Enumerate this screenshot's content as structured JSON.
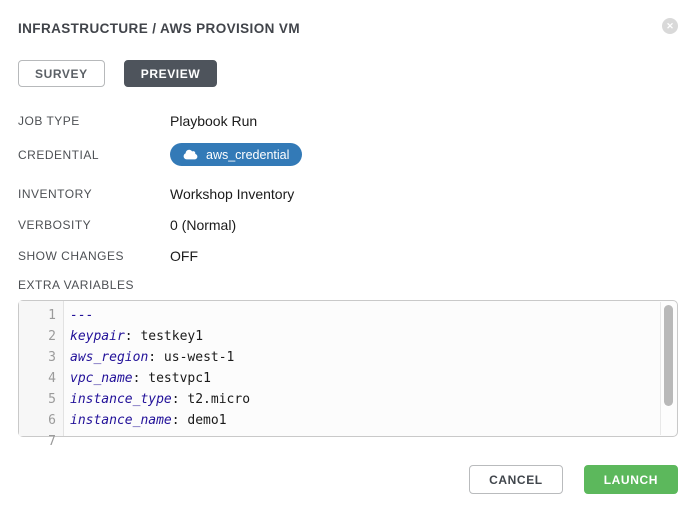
{
  "header": {
    "title": "INFRASTRUCTURE / AWS PROVISION VM",
    "close_glyph": "✕"
  },
  "tabs": {
    "survey": {
      "label": "SURVEY",
      "active": false
    },
    "preview": {
      "label": "PREVIEW",
      "active": true
    }
  },
  "details": [
    {
      "label": "JOB TYPE",
      "value": "Playbook Run"
    },
    {
      "label": "CREDENTIAL",
      "value": "aws_credential"
    },
    {
      "label": "INVENTORY",
      "value": "Workshop Inventory"
    },
    {
      "label": "VERBOSITY",
      "value": "0 (Normal)"
    },
    {
      "label": "SHOW CHANGES",
      "value": "OFF"
    }
  ],
  "extra_variables": {
    "label": "EXTRA VARIABLES",
    "lines": [
      {
        "num": "1",
        "key": "---",
        "rest": ""
      },
      {
        "num": "2",
        "key": "keypair",
        "rest": ": testkey1"
      },
      {
        "num": "3",
        "key": "aws_region",
        "rest": ": us-west-1"
      },
      {
        "num": "4",
        "key": "vpc_name",
        "rest": ": testvpc1"
      },
      {
        "num": "5",
        "key": "instance_type",
        "rest": ": t2.micro"
      },
      {
        "num": "6",
        "key": "instance_name",
        "rest": ": demo1"
      },
      {
        "num": "7",
        "key": "",
        "rest": ""
      }
    ]
  },
  "footer": {
    "cancel_label": "CANCEL",
    "launch_label": "LAUNCH"
  },
  "colors": {
    "credential_badge": "#337ab7",
    "launch_green": "#5cb85c",
    "active_tab_bg": "#4e545c",
    "yaml_key": "#221199",
    "title_text": "#41444a"
  }
}
